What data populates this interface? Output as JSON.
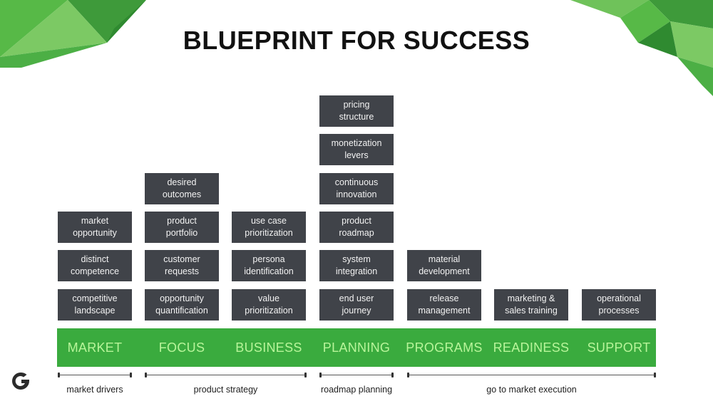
{
  "title": "BLUEPRINT FOR SUCCESS",
  "colors": {
    "accent_green": "#3aab3e",
    "phase_text": "#b8f59a",
    "box_fill": "#404349",
    "box_text": "#f2f2f2"
  },
  "columns": [
    {
      "phase": "MARKET",
      "boxes": [
        "market\nopportunity",
        "distinct\ncompetence",
        "competitive\nlandscape"
      ]
    },
    {
      "phase": "FOCUS",
      "boxes": [
        "desired\noutcomes",
        "product\nportfolio",
        "customer\nrequests",
        "opportunity\nquantification"
      ]
    },
    {
      "phase": "BUSINESS",
      "boxes": [
        "use case\nprioritization",
        "persona\nidentification",
        "value\nprioritization"
      ]
    },
    {
      "phase": "PLANNING",
      "boxes": [
        "pricing\nstructure",
        "monetization\nlevers",
        "continuous\ninnovation",
        "product\nroadmap",
        "system\nintegration",
        "end user\njourney"
      ]
    },
    {
      "phase": "PROGRAMS",
      "boxes": [
        "material\ndevelopment",
        "release\nmanagement"
      ]
    },
    {
      "phase": "READINESS",
      "boxes": [
        "marketing &\nsales training"
      ]
    },
    {
      "phase": "SUPPORT",
      "boxes": [
        "operational\nprocesses"
      ]
    }
  ],
  "groups": [
    {
      "label": "market drivers"
    },
    {
      "label": "product strategy"
    },
    {
      "label": "roadmap planning"
    },
    {
      "label": "go to market execution"
    }
  ]
}
